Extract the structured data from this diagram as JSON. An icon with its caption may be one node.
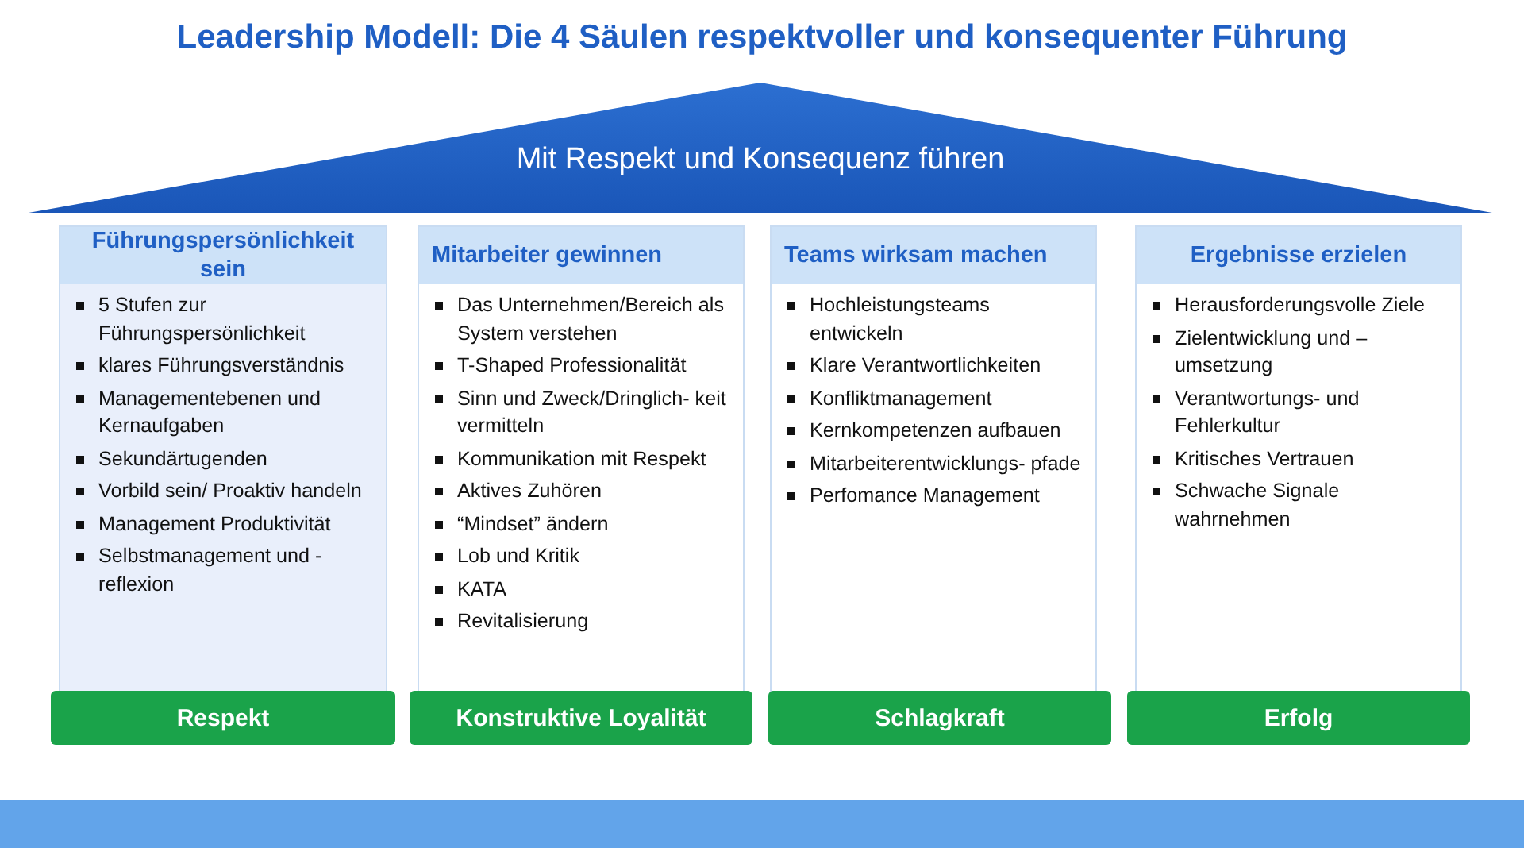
{
  "diagram": {
    "title": "Leadership Modell: Die 4 Säulen respektvoller und konsequenter Führung",
    "nodes": [
      {
        "text": [
          "Mit Respekt und Konsequenz führen"
        ]
      },
      {
        "text": [
          "Führungspersönlichkeit sein",
          "5 Stufen zur Führungspersönlichkeit",
          "klares Führungsverständnis",
          "Managementebenen und Kernaufgaben",
          "Sekundärtugenden",
          "Vorbild sein/ Proaktiv handeln",
          "Management Produktivität",
          "Selbstmanagement und -reflexion"
        ]
      },
      {
        "text": [
          "Respekt"
        ]
      },
      {
        "text": [
          "Mitarbeiter gewinnen",
          "Das Unternehmen/Bereich als System verstehen",
          "T-Shaped Professionalität",
          "Sinn und Zweck/Dringlich- keit vermitteln",
          "Kommunikation mit Respekt",
          "Aktives Zuhören",
          "“Mindset” ändern",
          "Lob und Kritik",
          "KATA",
          "Revitalisierung"
        ]
      },
      {
        "text": [
          "Konstruktive Loyalität"
        ]
      },
      {
        "text": [
          "Teams wirksam machen",
          "Hochleistungsteams entwickeln",
          "Klare Verantwortlichkeiten",
          "Konfliktmanagement",
          "Kernkompetenzen aufbauen",
          "Mitarbeiterentwicklungs- pfade",
          "Perfomance Management"
        ]
      },
      {
        "text": [
          "Schlagkraft"
        ]
      },
      {
        "text": [
          "Ergebnisse erzielen",
          "Herausforderungsvolle Ziele",
          "Zielentwicklung und – umsetzung",
          "Verantwortungs- und Fehlerkultur",
          "Kritisches Vertrauen",
          "Schwache Signale wahrnehmen"
        ]
      },
      {
        "text": [
          "Erfolg"
        ]
      }
    ]
  }
}
